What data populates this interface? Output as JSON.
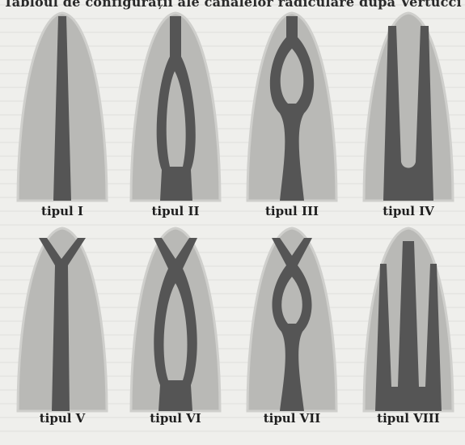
{
  "header": {
    "text": "Tabloul de configurații ale canalelor radiculare după Vertucci"
  },
  "figure": {
    "types": [
      {
        "id": "I",
        "label": "tipul I",
        "pattern": "1-1"
      },
      {
        "id": "II",
        "label": "tipul II",
        "pattern": "2-1"
      },
      {
        "id": "III",
        "label": "tipul III",
        "pattern": "1-2-1"
      },
      {
        "id": "IV",
        "label": "tipul IV",
        "pattern": "2-2"
      },
      {
        "id": "V",
        "label": "tipul V",
        "pattern": "1-2"
      },
      {
        "id": "VI",
        "label": "tipul VI",
        "pattern": "2-1-2"
      },
      {
        "id": "VII",
        "label": "tipul VII",
        "pattern": "1-2-1-2"
      },
      {
        "id": "VIII",
        "label": "tipul VIII",
        "pattern": "3-3"
      }
    ],
    "colors": {
      "root_fill": "#b9b9b6",
      "root_outline": "#cfcfcc",
      "canal_fill": "#555555",
      "label_color": "#1e1e1e"
    }
  }
}
